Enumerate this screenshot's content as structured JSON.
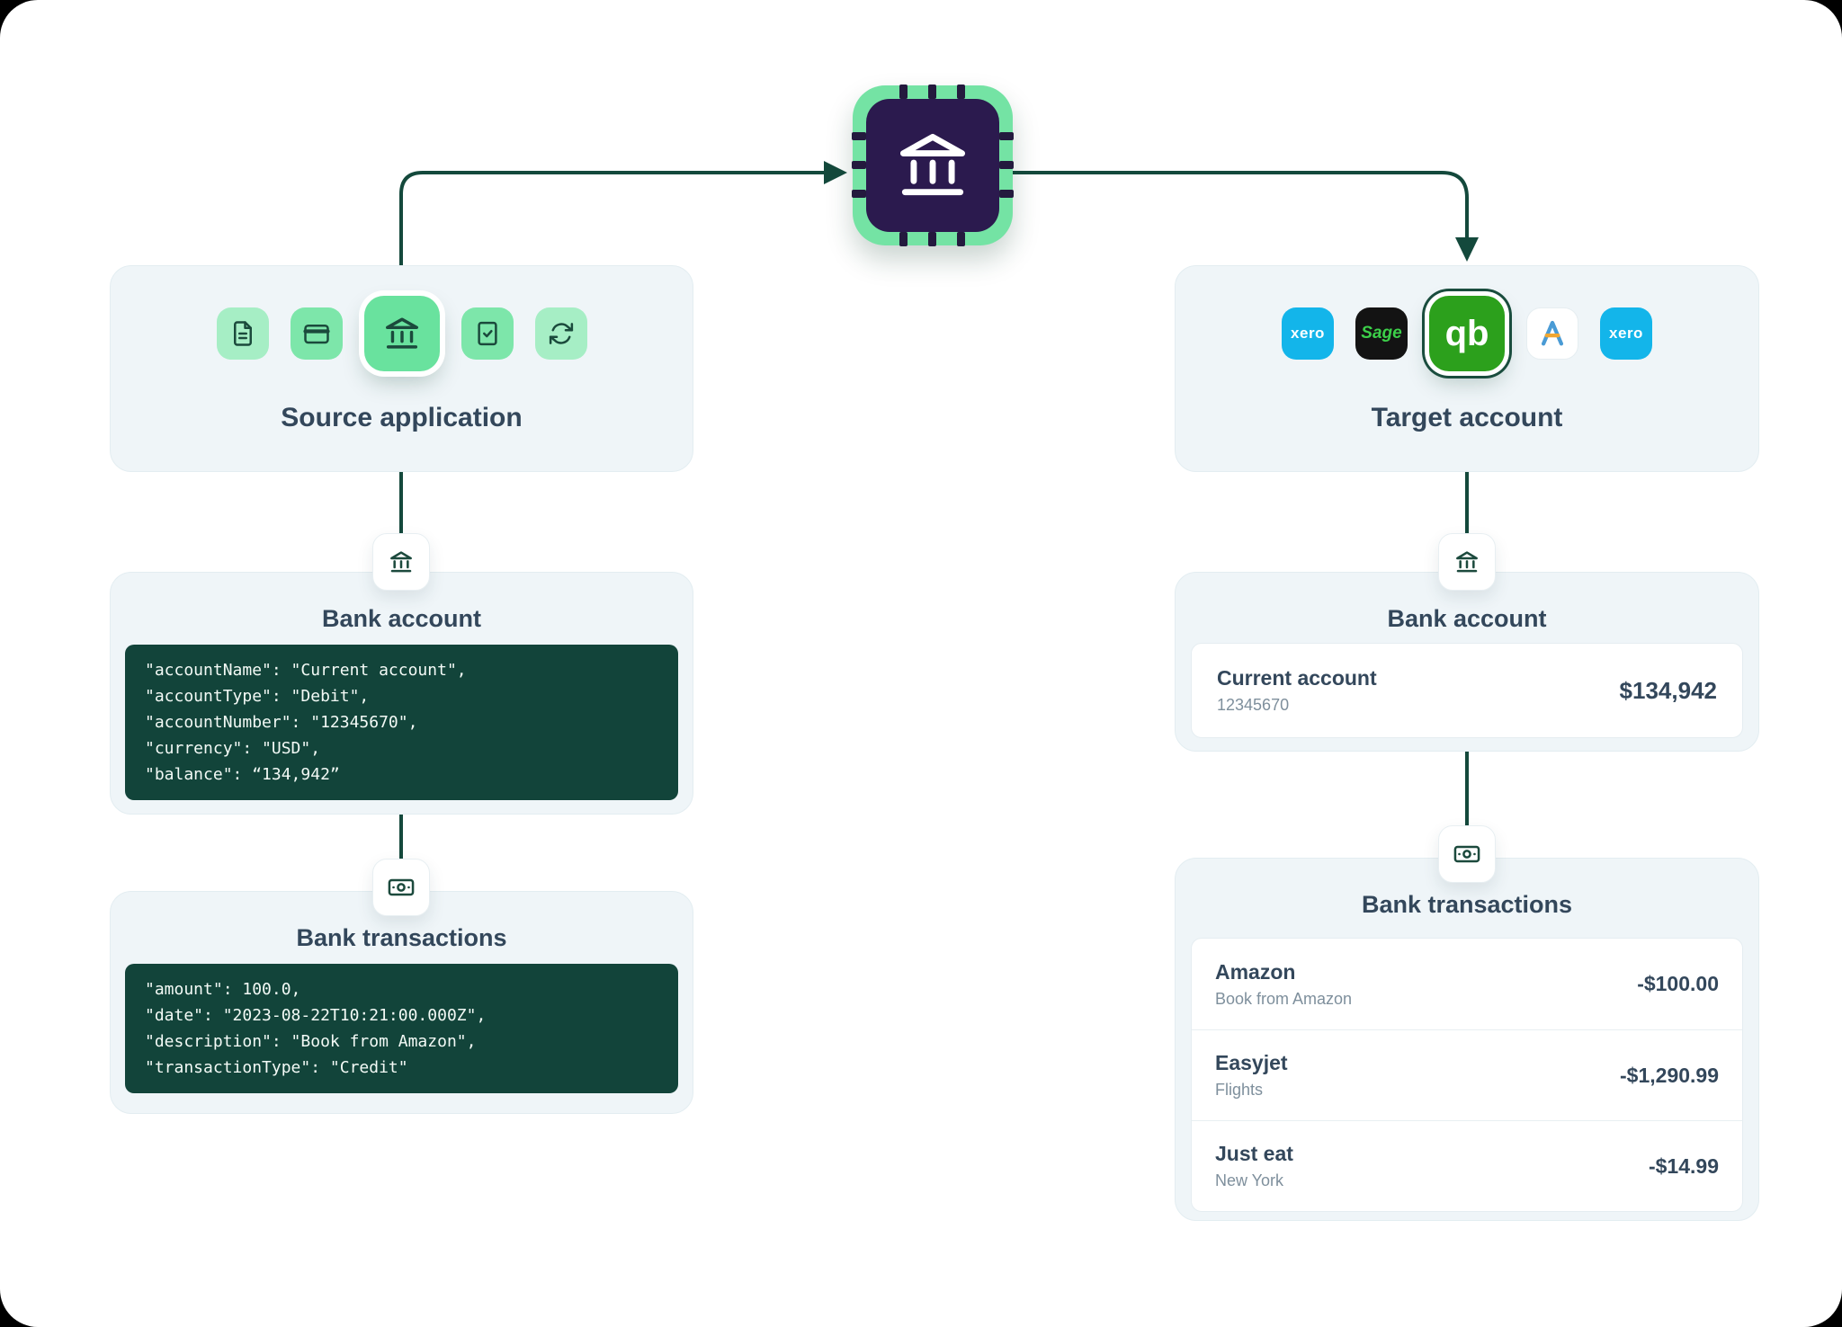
{
  "theme": {
    "arrow_color": "#14493c",
    "code_block_bg": "#12443a",
    "card_bg": "#eff5f8",
    "title_color": "#33475b",
    "accent_green": "#69e29e",
    "chip_purple": "#2b1a4e",
    "xero_blue": "#13b5ea",
    "sage_black": "#131313",
    "sage_green": "#3ccf49",
    "quickbooks_green": "#2ca01c"
  },
  "hub": {
    "icon": "bank-chip-icon"
  },
  "source": {
    "title": "Source application",
    "icons": [
      "document-icon",
      "credit-card-icon",
      "bank-icon",
      "receipt-check-icon",
      "sync-icon"
    ]
  },
  "target": {
    "title": "Target account",
    "icons": [
      {
        "name": "xero-icon",
        "label": "xero"
      },
      {
        "name": "sage-icon",
        "label": "Sage"
      },
      {
        "name": "quickbooks-icon",
        "label": "qb"
      },
      {
        "name": "freeagent-icon",
        "label": ""
      },
      {
        "name": "xero-icon",
        "label": "xero"
      }
    ]
  },
  "bank_account_source": {
    "badge_icon": "bank-icon",
    "title": "Bank account",
    "code_lines": [
      "\"accountName\": \"Current account\",",
      "\"accountType\": \"Debit\",",
      "\"accountNumber\": \"12345670\",",
      "\"currency\": \"USD\",",
      "\"balance\": “134,942”"
    ]
  },
  "bank_transactions_source": {
    "badge_icon": "banknote-icon",
    "title": "Bank transactions",
    "code_lines": [
      "\"amount\": 100.0,",
      "\"date\": \"2023-08-22T10:21:00.000Z\",",
      "\"description\": \"Book from Amazon\",",
      "\"transactionType\": \"Credit\""
    ]
  },
  "bank_account_target": {
    "badge_icon": "bank-icon",
    "title": "Bank account",
    "account_name": "Current account",
    "account_number": "12345670",
    "balance": "$134,942"
  },
  "bank_transactions_target": {
    "badge_icon": "banknote-icon",
    "title": "Bank transactions",
    "rows": [
      {
        "merchant": "Amazon",
        "detail": "Book from Amazon",
        "amount": "-$100.00"
      },
      {
        "merchant": "Easyjet",
        "detail": "Flights",
        "amount": "-$1,290.99"
      },
      {
        "merchant": "Just eat",
        "detail": "New York",
        "amount": "-$14.99"
      }
    ]
  }
}
